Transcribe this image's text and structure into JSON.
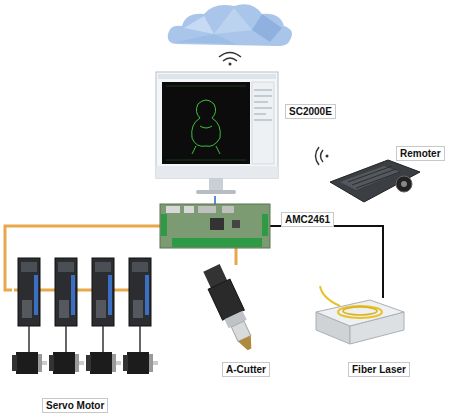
{
  "diagram": {
    "nodes": [
      {
        "text": [
          "SC2000E"
        ]
      },
      {
        "text": [
          "Remoter"
        ]
      },
      {
        "text": [
          "AMC2461"
        ]
      },
      {
        "text": [
          "Servo Motor"
        ]
      },
      {
        "text": [
          "A-Cutter"
        ]
      },
      {
        "text": [
          "Fiber Laser"
        ]
      }
    ],
    "edges": [
      {
        "from": 0,
        "to": 2,
        "arrow": "none"
      },
      {
        "from": 2,
        "to": 3,
        "arrow": "none"
      },
      {
        "from": 2,
        "to": 4,
        "arrow": "none"
      },
      {
        "from": 2,
        "to": 5,
        "arrow": "none"
      }
    ]
  }
}
